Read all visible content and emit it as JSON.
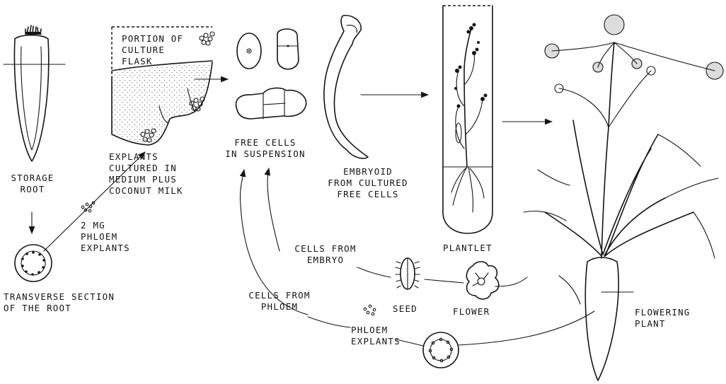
{
  "labels": {
    "storage_root": "STORAGE\nROOT",
    "transverse_section": "TRANSVERSE SECTION\nOF THE ROOT",
    "two_mg": "2 mg",
    "phloem_explants_top": "PHLOEM\nEXPLANTS",
    "portion_flask": "PORTION OF\nCULTURE\nFLASK",
    "explants_cultured": "EXPLANTS\nCULTURED IN\nMEDIUM PLUS\nCOCONUT MILK",
    "free_cells": "FREE CELLS\nIN SUSPENSION",
    "embryoid": "EMBRYOID\nFROM CULTURED\nFREE CELLS",
    "plantlet": "PLANTLET",
    "flowering_plant": "FLOWERING\nPLANT",
    "cells_from_embryo": "CELLS FROM\nEMBRYO",
    "cells_from_phloem": "CELLS FROM\nPHLOEM",
    "seed": "SEED",
    "flower": "FLOWER",
    "phloem_explants_bottom": "PHLOEM\nEXPLANTS"
  }
}
